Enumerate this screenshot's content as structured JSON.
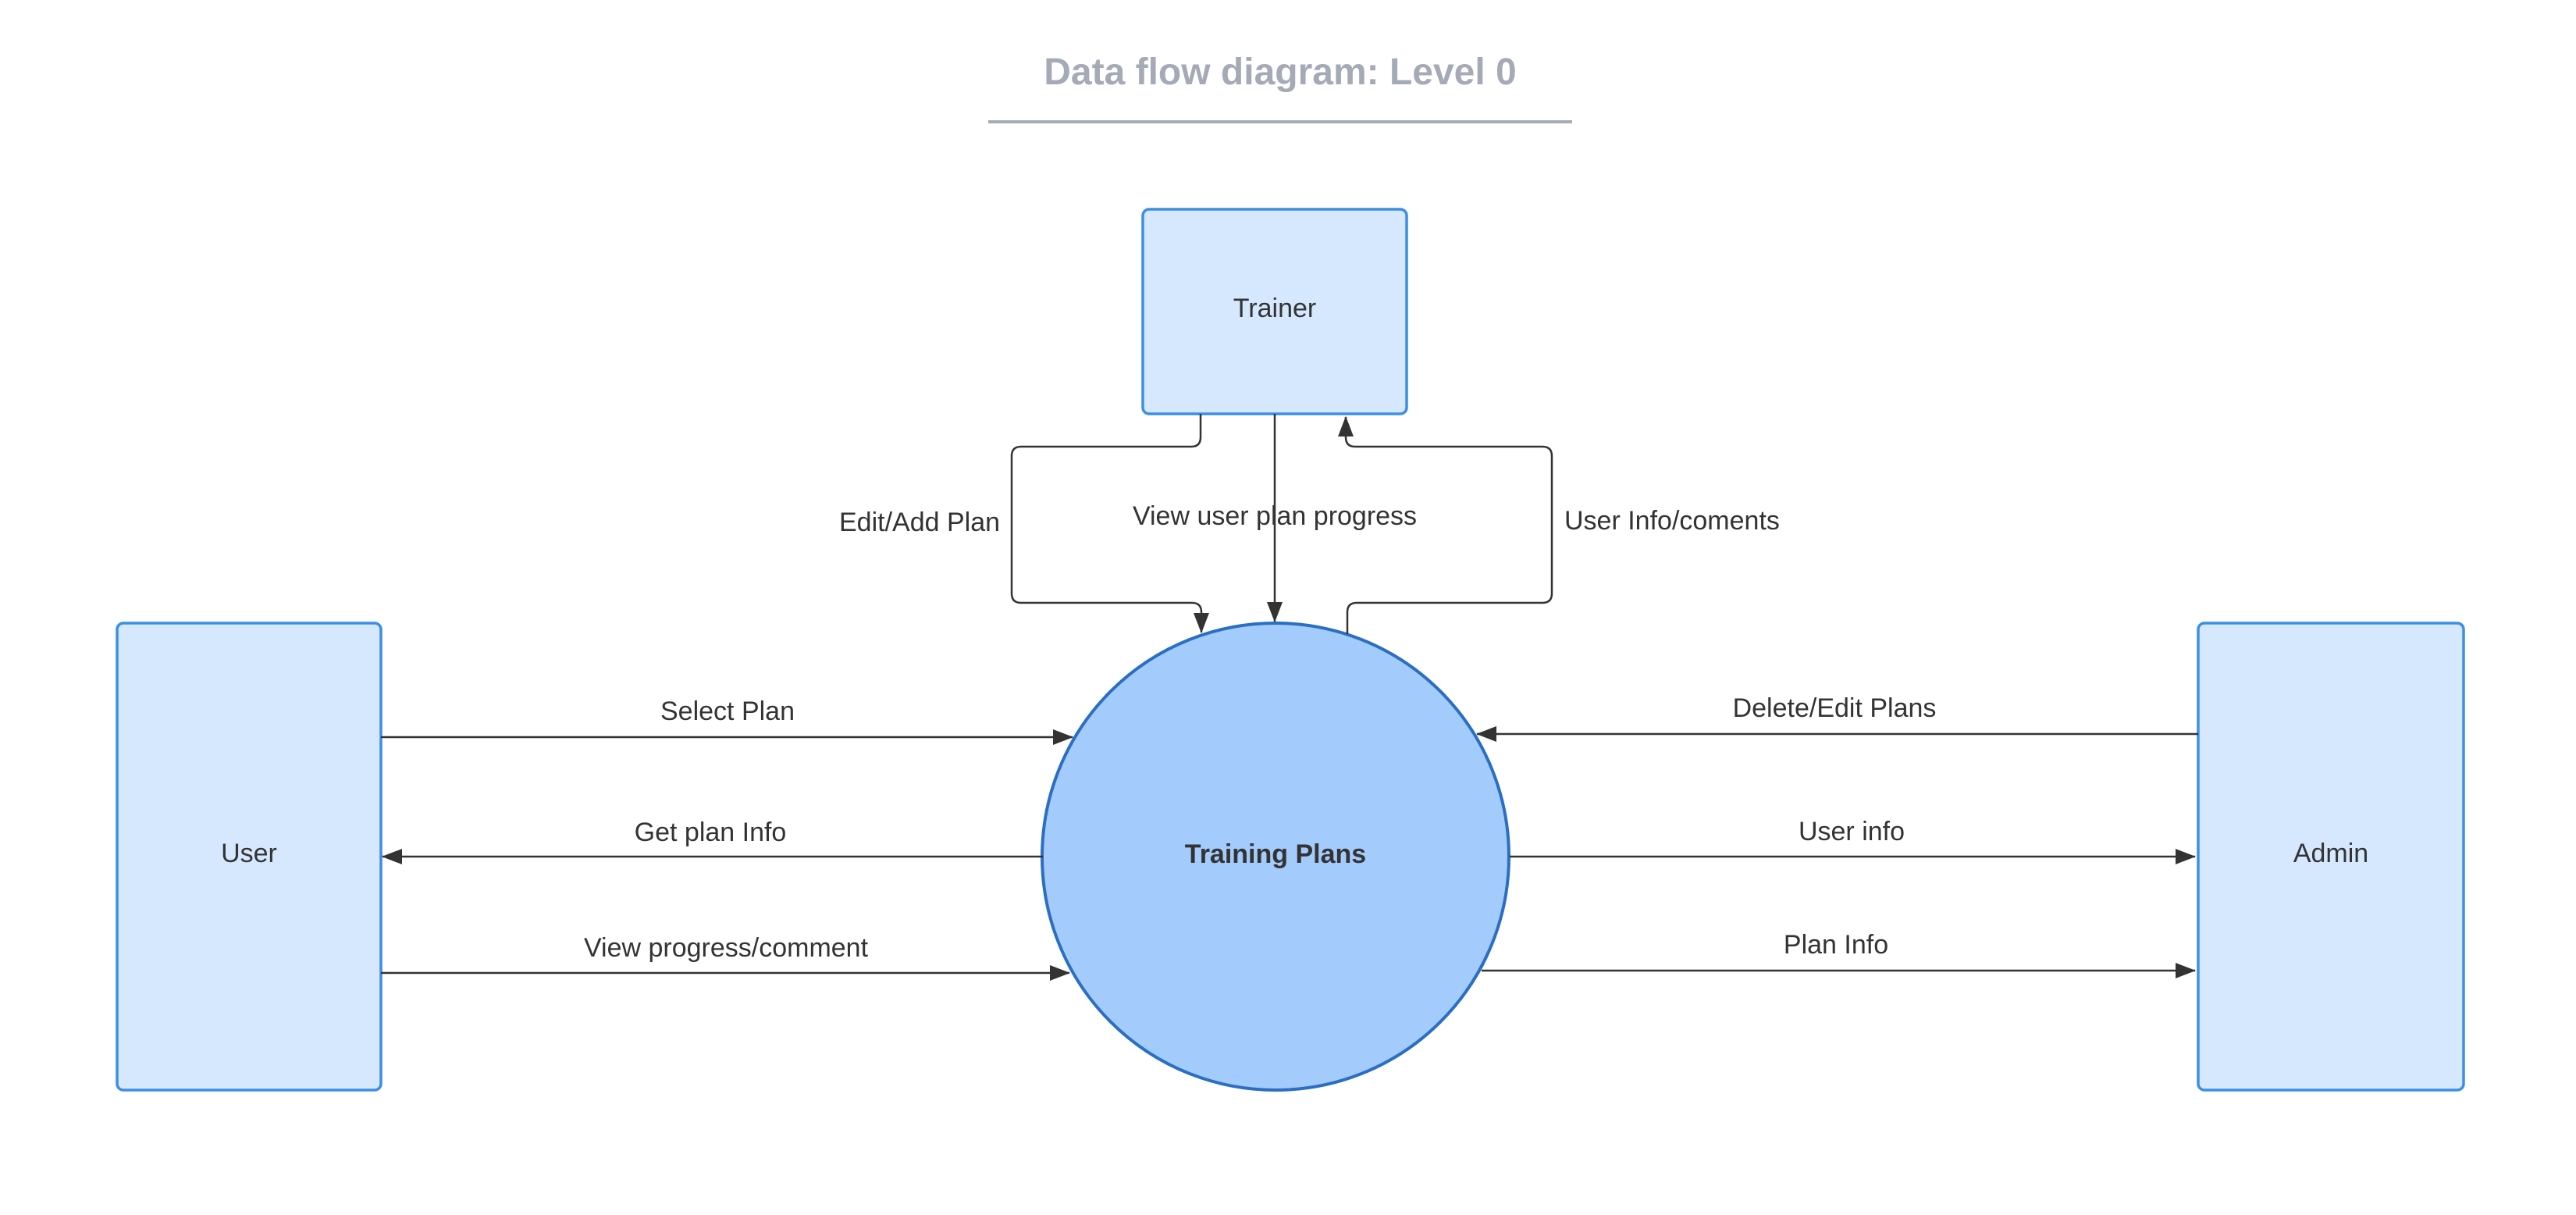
{
  "title": "Data flow diagram: Level 0",
  "colors": {
    "title": "#a4abb6",
    "title_rule": "#a4abb6",
    "entity_fill": "#d6e8fe",
    "entity_stroke": "#3b8fe5",
    "process_fill": "#a3cbfb",
    "process_stroke": "#2a6fc2",
    "line": "#333333",
    "text": "#333333"
  },
  "process": {
    "label": "Training Plans"
  },
  "entities": {
    "trainer": "Trainer",
    "user": "User",
    "admin": "Admin"
  },
  "flows": {
    "edit_add_plan": "Edit/Add Plan",
    "view_user_plan_progress": "View user plan progress",
    "user_info_coments": "User Info/coments",
    "select_plan": "Select Plan",
    "get_plan_info": "Get plan Info",
    "view_progress_comment": "View progress/comment",
    "delete_edit_plans": "Delete/Edit Plans",
    "user_info": "User info",
    "plan_info": "Plan Info"
  }
}
